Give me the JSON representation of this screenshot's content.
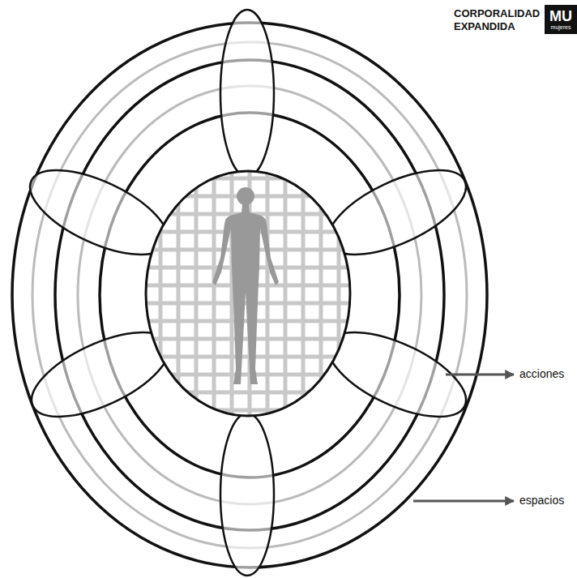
{
  "diagram": {
    "title": "CORPORALIDAD EXPANDIDA",
    "nodes": [
      {
        "text": [
          "MU",
          "mujeres"
        ]
      }
    ],
    "labels": [
      "acciones",
      "espacios"
    ]
  }
}
